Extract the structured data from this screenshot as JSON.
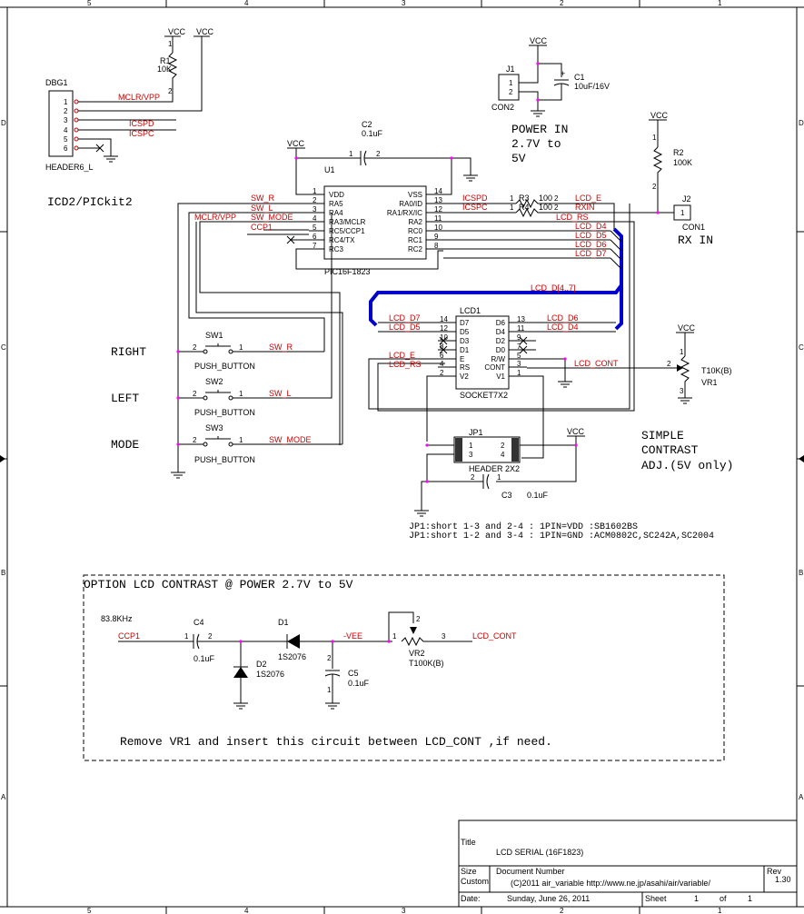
{
  "frame": {
    "col_labels": [
      "5",
      "4",
      "3",
      "2",
      "1"
    ],
    "row_labels": [
      "D",
      "C",
      "B",
      "A"
    ]
  },
  "components": {
    "dbg1": {
      "ref": "DBG1",
      "value": "HEADER6_L",
      "pins": [
        "1",
        "2",
        "3",
        "4",
        "5",
        "6"
      ]
    },
    "r1": {
      "ref": "R1",
      "value": "10K"
    },
    "vcc_r1": "VCC",
    "vcc_dbg": "VCC",
    "j1": {
      "ref": "J1",
      "value": "CON2",
      "pins": [
        "1",
        "2"
      ]
    },
    "c1": {
      "ref": "C1",
      "value": "10uF/16V",
      "plus": "+"
    },
    "vcc_j1": "VCC",
    "c2": {
      "ref": "C2",
      "value": "0.1uF",
      "p1": "1",
      "p2": "2"
    },
    "vcc_u1": "VCC",
    "u1": {
      "ref": "U1",
      "value": "PIC16F1823",
      "left_pins": [
        {
          "num": "1",
          "name": "VDD"
        },
        {
          "num": "2",
          "name": "RA5"
        },
        {
          "num": "3",
          "name": "RA4"
        },
        {
          "num": "4",
          "name": "RA3/MCLR"
        },
        {
          "num": "5",
          "name": "RC5/CCP1"
        },
        {
          "num": "6",
          "name": "RC4/TX"
        },
        {
          "num": "7",
          "name": "RC3"
        }
      ],
      "right_pins": [
        {
          "num": "14",
          "name": "VSS"
        },
        {
          "num": "13",
          "name": "RA0/ID"
        },
        {
          "num": "12",
          "name": "RA1/RX/IC"
        },
        {
          "num": "11",
          "name": "RA2"
        },
        {
          "num": "10",
          "name": "RC0"
        },
        {
          "num": "9",
          "name": "RC1"
        },
        {
          "num": "8",
          "name": "RC2"
        }
      ]
    },
    "r2": {
      "ref": "R2",
      "value": "100K"
    },
    "vcc_r2": "VCC",
    "r3": {
      "ref": "R3",
      "value": "100"
    },
    "r4": {
      "ref": "R4",
      "value": "100"
    },
    "j2": {
      "ref": "J2",
      "value": "CON1",
      "pin": "1"
    },
    "lcd1": {
      "ref": "LCD1",
      "value": "SOCKET7X2",
      "left_pins": [
        {
          "num": "14",
          "name": "D7"
        },
        {
          "num": "12",
          "name": "D5"
        },
        {
          "num": "10",
          "name": "D3"
        },
        {
          "num": "8",
          "name": "D1"
        },
        {
          "num": "6",
          "name": "E"
        },
        {
          "num": "4",
          "name": "RS"
        },
        {
          "num": "2",
          "name": "V2"
        }
      ],
      "right_pins": [
        {
          "num": "13",
          "name": "D6"
        },
        {
          "num": "11",
          "name": "D4"
        },
        {
          "num": "9",
          "name": "D2"
        },
        {
          "num": "7",
          "name": "D0"
        },
        {
          "num": "5",
          "name": "R/W"
        },
        {
          "num": "3",
          "name": "CONT"
        },
        {
          "num": "1",
          "name": "V1"
        }
      ]
    },
    "vr1": {
      "ref": "VR1",
      "value": "T10K(B)",
      "p1": "1",
      "p2": "2",
      "p3": "3"
    },
    "vcc_vr1": "VCC",
    "sw1": {
      "ref": "SW1",
      "value": "PUSH_BUTTON",
      "p1": "2",
      "p2": "1"
    },
    "sw2": {
      "ref": "SW2",
      "value": "PUSH_BUTTON",
      "p1": "2",
      "p2": "1"
    },
    "sw3": {
      "ref": "SW3",
      "value": "PUSH_BUTTON",
      "p1": "2",
      "p2": "1"
    },
    "jp1": {
      "ref": "JP1",
      "value": "HEADER 2X2",
      "pins": [
        "1",
        "2",
        "3",
        "4"
      ]
    },
    "vcc_jp1": "VCC",
    "c3": {
      "ref": "C3",
      "value": "0.1uF",
      "p1": "2",
      "p2": "1"
    },
    "c4": {
      "ref": "C4",
      "value": "0.1uF",
      "p1": "1",
      "p2": "2"
    },
    "d1": {
      "ref": "D1",
      "value": "1S2076"
    },
    "d2": {
      "ref": "D2",
      "value": "1S2076"
    },
    "c5": {
      "ref": "C5",
      "value": "0.1uF",
      "p1": "2",
      "p2": "1"
    },
    "vr2": {
      "ref": "VR2",
      "value": "T100K(B)",
      "p1": "1",
      "p2": "2",
      "p3": "3"
    }
  },
  "nets": {
    "mclr_vpp_dbg": "MCLR/VPP",
    "icspd_dbg": "ICSPD",
    "icspc_dbg": "ICSPC",
    "sw_r_u1": "SW_R",
    "sw_l_u1": "SW_L",
    "mclr_vpp_u1": "MCLR/VPP",
    "sw_mode_u1": "SW_MODE",
    "ccp1_u1": "CCP1",
    "icspd_u1": "ICSPD",
    "icspc_u1": "ICSPC",
    "lcd_e_u1": "LCD_E",
    "rxin": "RXIN",
    "lcd_rs_u1": "LCD_RS",
    "lcd_d4_u1": "LCD_D4",
    "lcd_d5_u1": "LCD_D5",
    "lcd_d6_u1": "LCD_D6",
    "lcd_d7_u1": "LCD_D7",
    "lcd_bus": "LCD_D[4..7]",
    "lcd_d7_lcd": "LCD_D7",
    "lcd_d5_lcd": "LCD_D5",
    "lcd_d6_lcd": "LCD_D6",
    "lcd_d4_lcd": "LCD_D4",
    "lcd_e_lcd": "LCD_E",
    "lcd_rs_lcd": "LCD_RS",
    "lcd_cont": "LCD_CONT",
    "sw_r_sw": "SW_R",
    "sw_l_sw": "SW_L",
    "sw_mode_sw": "SW_MODE",
    "ccp1_opt": "CCP1",
    "vee": "-VEE",
    "lcd_cont_opt": "LCD_CONT"
  },
  "notes": {
    "icd": "ICD2/PICkit2",
    "power_in": [
      "POWER IN",
      "2.7V  to",
      "5V"
    ],
    "rx_in": "RX IN",
    "right": "RIGHT",
    "left": "LEFT",
    "mode": "MODE",
    "simple_contrast": [
      "SIMPLE",
      "CONTRAST",
      "ADJ.(5V only)"
    ],
    "jp1_line1": "JP1:short 1-3 and 2-4 : 1PIN=VDD :SB1602BS",
    "jp1_line2": "JP1:short 1-2 and 3-4 : 1PIN=GND :ACM0802C,SC242A,SC2004",
    "option_title": "OPTION LCD CONTRAST @ POWER 2.7V to 5V",
    "freq": "83.8KHz",
    "remove_note": "Remove VR1 and insert this circuit between LCD_CONT ,if need."
  },
  "title_block": {
    "title_label": "Title",
    "title": "LCD SERIAL (16F1823)",
    "size_label": "Size",
    "size": "Custom",
    "docnum_label": "Document Number",
    "docnum": "(C)2011 air_variable  http://www.ne.jp/asahi/air/variable/",
    "rev_label": "Rev",
    "rev": "1.30",
    "date_label": "Date:",
    "date": "Sunday, June 26, 2011",
    "sheet_label": "Sheet",
    "sheet": "1",
    "of_label": "of",
    "of": "1"
  }
}
